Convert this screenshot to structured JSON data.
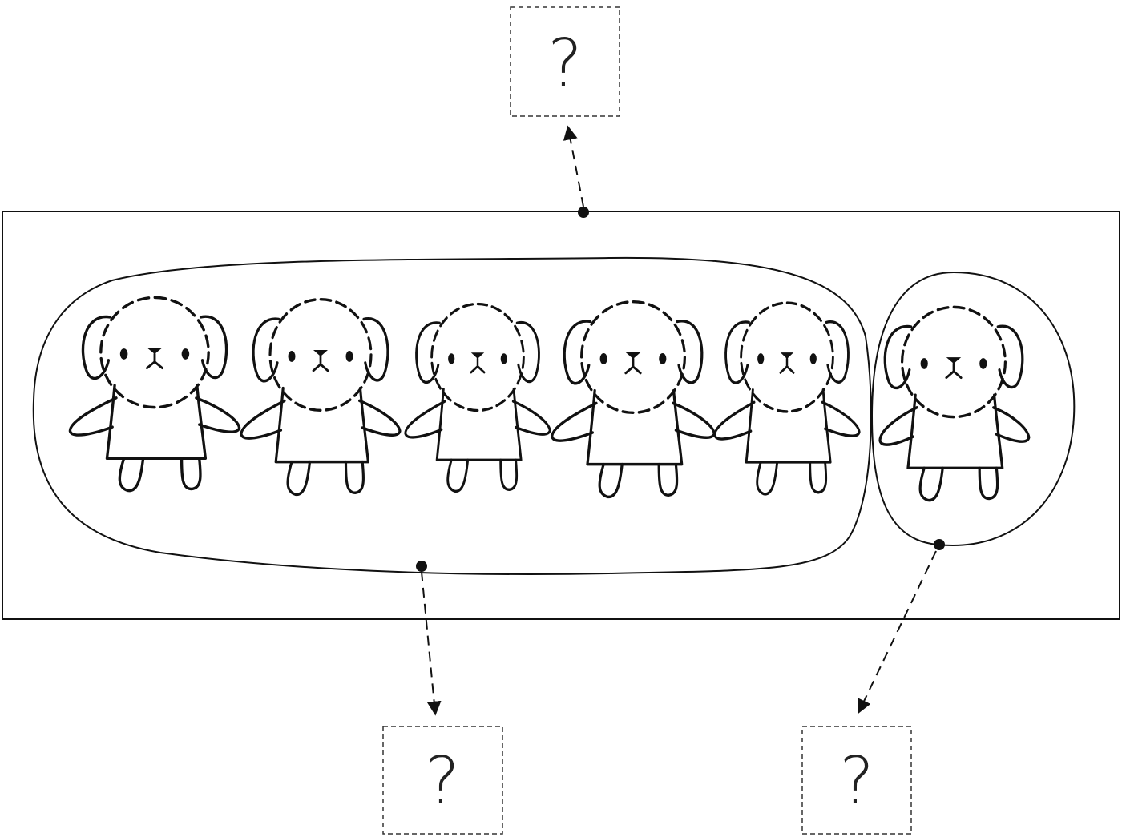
{
  "diagram": {
    "answer_boxes": [
      {
        "id": "whole-set",
        "label": "?"
      },
      {
        "id": "plain-group",
        "label": "?"
      },
      {
        "id": "shaded-group",
        "label": "?"
      }
    ],
    "groups": [
      {
        "id": "plain-group",
        "count": 5,
        "shaded": false
      },
      {
        "id": "shaded-group",
        "count": 1,
        "shaded": true
      }
    ],
    "colors": {
      "ink": "#111111",
      "background": "#ffffff",
      "dots": "#222222"
    }
  }
}
